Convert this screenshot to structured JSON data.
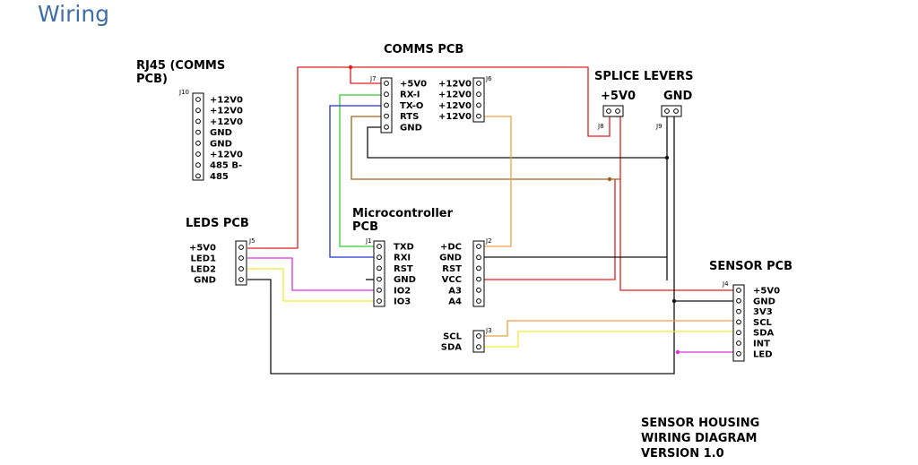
{
  "page": {
    "title": "Wiring"
  },
  "colors": {
    "red": "#e02020",
    "green": "#33cc33",
    "blue": "#2233cc",
    "black": "#111111",
    "orange": "#f0a040",
    "brown": "#9c6320",
    "magenta": "#dd33dd",
    "yellow": "#eeee33"
  },
  "blocks": {
    "rj45": {
      "title_line1": "RJ45 (COMMS",
      "title_line2": "PCB)",
      "ref": "J10",
      "pins": [
        "+12V0",
        "+12V0",
        "+12V0",
        "GND",
        "GND",
        "+12V0",
        "485 B-",
        "485"
      ]
    },
    "comms": {
      "title": "COMMS PCB",
      "ref_j7": "J7",
      "ref_j6": "J6",
      "j7_pins": [
        "+5V0",
        "RX-I",
        "TX-O",
        "RTS",
        "GND"
      ],
      "j6_pins": [
        "+12V0",
        "+12V0",
        "+12V0",
        "+12V0"
      ]
    },
    "splice": {
      "title": "SPLICE LEVERS",
      "v5_label": "+5V0",
      "gnd_label": "GND",
      "ref_j8": "J8",
      "ref_j9": "J9"
    },
    "leds": {
      "title": "LEDS PCB",
      "ref": "J5",
      "pins": [
        "+5V0",
        "LED1",
        "LED2",
        "GND"
      ]
    },
    "micro": {
      "title_line1": "Microcontroller",
      "title_line2": "PCB",
      "ref_j1": "J1",
      "ref_j2": "J2",
      "ref_j3": "J3",
      "j1_pins": [
        "TXD",
        "RXI",
        "RST",
        "GND",
        "IO2",
        "IO3"
      ],
      "j2_pins": [
        "+DC",
        "GND",
        "RST",
        "VCC",
        "A3",
        "A4"
      ],
      "j3_pins": [
        "SCL",
        "SDA"
      ]
    },
    "sensor": {
      "title": "SENSOR PCB",
      "ref": "J4",
      "pins": [
        "+5V0",
        "GND",
        "3V3",
        "SCL",
        "SDA",
        "INT",
        "LED"
      ]
    }
  },
  "footer": {
    "line1": "SENSOR HOUSING",
    "line2": "WIRING DIAGRAM",
    "line3": "VERSION 1.0"
  }
}
